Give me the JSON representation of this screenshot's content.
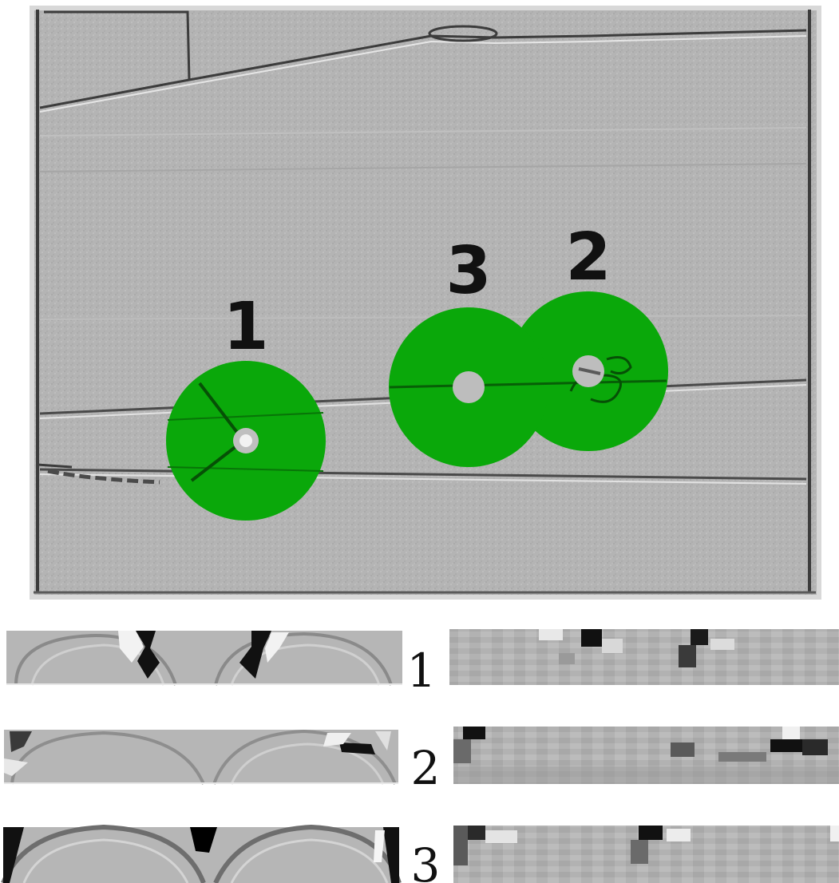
{
  "scene": {
    "background_color": "#b4b4b4",
    "edge_color": "#3c3c3c",
    "highlight_color": "#f0f0f0"
  },
  "detections": [
    {
      "label": "1",
      "color": "#0aa80a"
    },
    {
      "label": "2",
      "color": "#0aa80a"
    },
    {
      "label": "3",
      "color": "#0aa80a"
    }
  ],
  "patch_rows": [
    {
      "label": "1"
    },
    {
      "label": "2"
    },
    {
      "label": "3"
    }
  ]
}
